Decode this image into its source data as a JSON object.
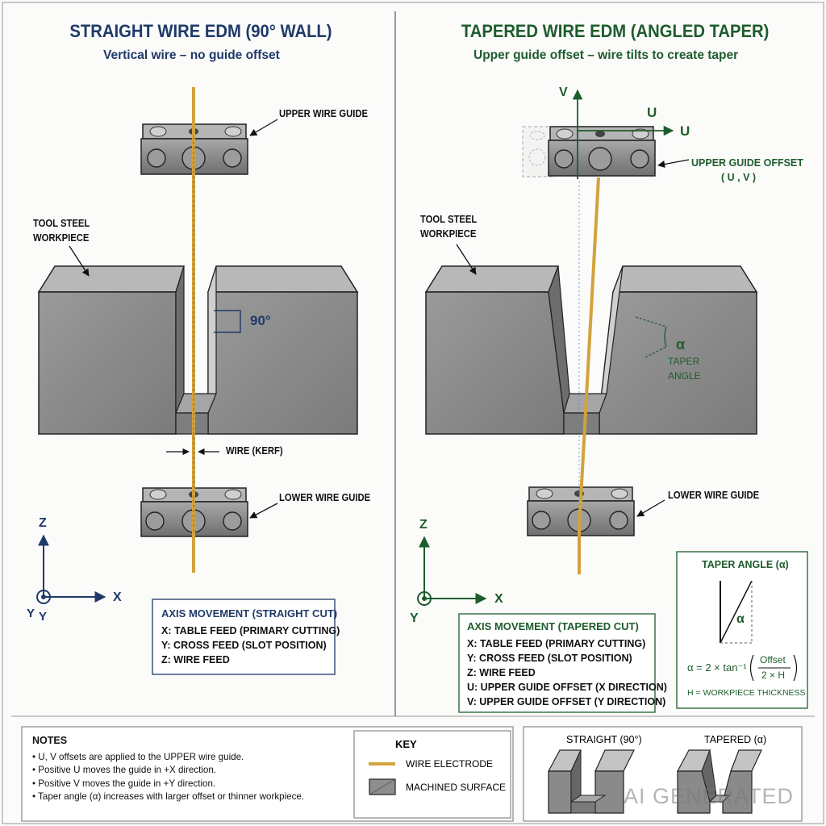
{
  "left": {
    "title": "STRAIGHT WIRE EDM (90° WALL)",
    "subtitle": "Vertical wire – no guide offset",
    "upper_guide_label": "UPPER WIRE GUIDE",
    "workpiece_label": [
      "TOOL STEEL",
      "WORKPIECE"
    ],
    "angle_label": "90°",
    "kerf_label": "WIRE (KERF)",
    "lower_guide_label": "LOWER WIRE GUIDE",
    "axes": {
      "z": "Z",
      "x": "X",
      "y": "Y",
      "y2": "Y"
    },
    "axis_box": {
      "heading": "AXIS MOVEMENT (STRAIGHT CUT)",
      "lines": [
        "X: TABLE FEED (PRIMARY CUTTING)",
        "Y: CROSS FEED (SLOT POSITION)",
        "Z: WIRE FEED"
      ]
    }
  },
  "right": {
    "title": "TAPERED WIRE EDM (ANGLED TAPER)",
    "subtitle": "Upper guide offset – wire tilts to create taper",
    "v_label": "V",
    "u_label": "U",
    "u2_label": "U",
    "offset_label": [
      "UPPER GUIDE OFFSET",
      "( U , V )"
    ],
    "workpiece_label": [
      "TOOL STEEL",
      "WORKPIECE"
    ],
    "alpha": "α",
    "taper_label": [
      "TAPER",
      "ANGLE"
    ],
    "lower_guide_label": "LOWER WIRE GUIDE",
    "axes": {
      "z": "Z",
      "x": "X",
      "y": "Y"
    },
    "axis_box": {
      "heading": "AXIS MOVEMENT (TAPERED CUT)",
      "lines": [
        "X: TABLE FEED (PRIMARY CUTTING)",
        "Y: CROSS FEED (SLOT POSITION)",
        "Z: WIRE FEED",
        "U: UPPER GUIDE OFFSET (X DIRECTION)",
        "V: UPPER GUIDE OFFSET (Y DIRECTION)"
      ]
    },
    "formula_box": {
      "heading": "TAPER ANGLE (α)",
      "alpha": "α",
      "formula_lhs": "α = 2 × tan⁻¹",
      "numerator": "Offset",
      "denominator": "2 × H",
      "note": "H = WORKPIECE THICKNESS"
    }
  },
  "notes": {
    "heading": "NOTES",
    "items": [
      "• U, V offsets are applied to the UPPER wire guide.",
      "• Positive U moves the guide in +X direction.",
      "• Positive V moves the guide in +Y direction.",
      "• Taper angle (α) increases with larger offset or thinner workpiece."
    ]
  },
  "key": {
    "heading": "KEY",
    "wire_label": "WIRE ELECTRODE",
    "surface_label": "MACHINED SURFACE"
  },
  "compare": {
    "straight_label": "STRAIGHT (90°)",
    "tapered_label": "TAPERED (α)"
  },
  "watermark": "AI GENERATED",
  "colors": {
    "navy": "#1f3a68",
    "green": "#1e5c2c",
    "wire": "#d2a23c",
    "steel": "#8a8a8a"
  }
}
